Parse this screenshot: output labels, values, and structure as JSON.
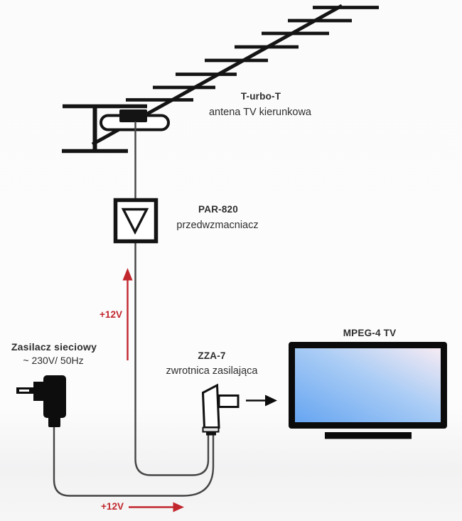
{
  "diagram": {
    "antenna": {
      "model": "T-urbo-T",
      "description": "antena TV kierunkowa"
    },
    "preamp": {
      "model": "PAR-820",
      "description": "przedwzmacniacz"
    },
    "power_supply": {
      "name": "Zasilacz sieciowy",
      "rating": "~ 230V/ 50Hz"
    },
    "power_inserter": {
      "model": "ZZA-7",
      "description": "zwrotnica zasilająca"
    },
    "tv": {
      "label": "MPEG-4 TV"
    },
    "power_path": {
      "up_arrow_label": "+12V",
      "bottom_arrow_label": "+12V"
    },
    "colors": {
      "accent_red": "#c1272d",
      "line_black": "#111111",
      "cable_gray": "#454545",
      "text": "#2e2e2e",
      "tv_screen_gradient_start": "#66a5f1",
      "tv_screen_gradient_mid": "#a9ccf5",
      "tv_screen_gradient_end": "#f6ebf3",
      "background": "#fcfcfc"
    }
  }
}
